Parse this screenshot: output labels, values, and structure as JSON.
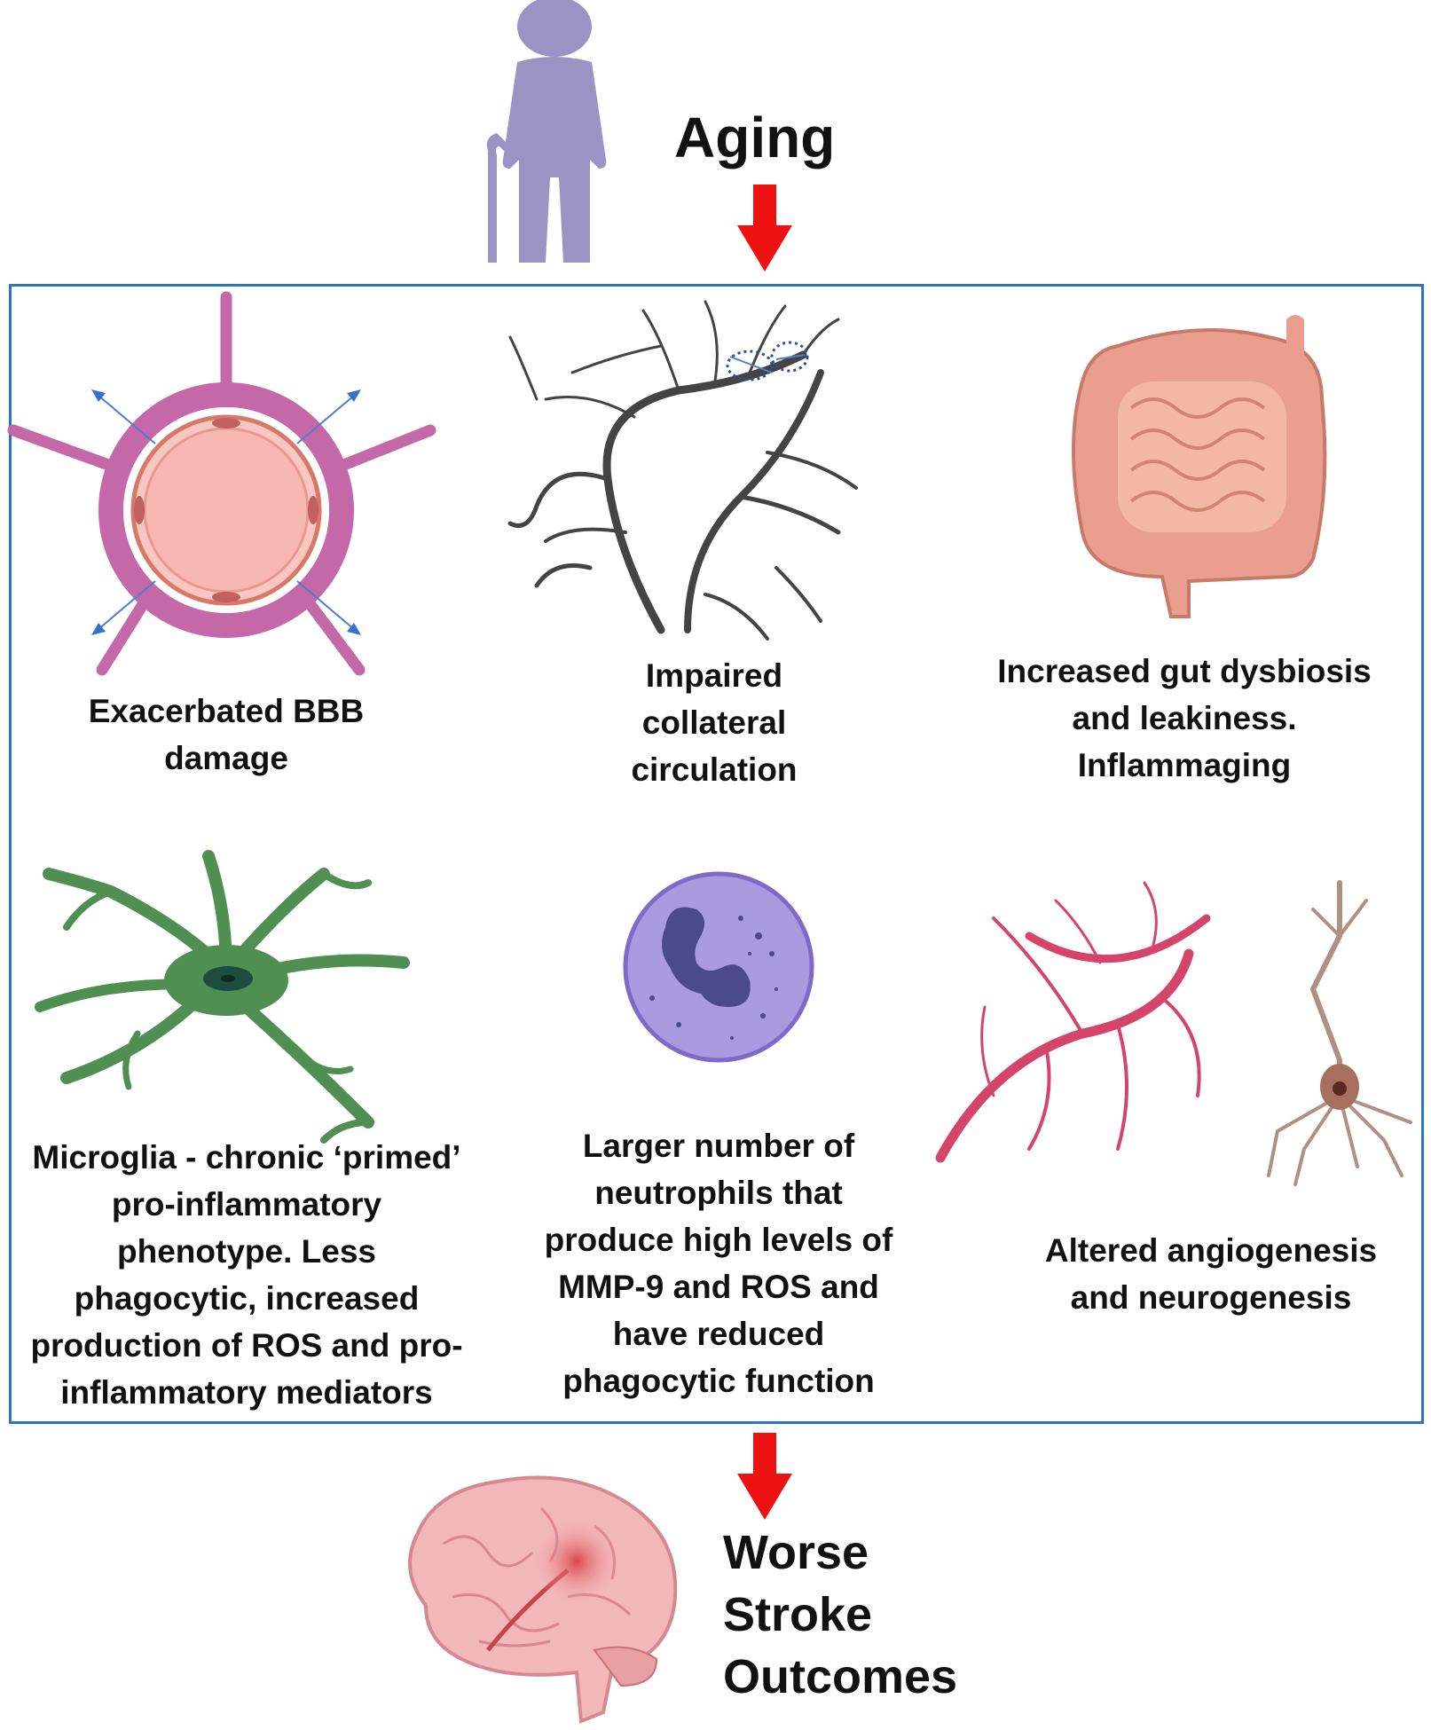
{
  "header": {
    "title": "Aging"
  },
  "factors": [
    {
      "id": "bbb",
      "label": "Exacerbated BBB\ndamage",
      "icon": "blood-brain-barrier-icon"
    },
    {
      "id": "collateral",
      "label": "Impaired\ncollateral\ncirculation",
      "icon": "cerebral-vessels-icon"
    },
    {
      "id": "gut",
      "label": "Increased gut dysbiosis\nand leakiness.\nInflammaging",
      "icon": "intestine-icon"
    },
    {
      "id": "microglia",
      "label": "Microglia - chronic ‘primed’\npro-inflammatory\nphenotype. Less\nphagocytic, increased\nproduction of ROS and pro-\ninflammatory mediators",
      "icon": "microglia-cell-icon"
    },
    {
      "id": "neutrophil",
      "label": "Larger number of\nneutrophils that\nproduce high levels of\nMMP-9 and ROS and\nhave reduced\nphagocytic function",
      "icon": "neutrophil-cell-icon"
    },
    {
      "id": "angio",
      "label": "Altered angiogenesis\nand neurogenesis",
      "icon": "vessel-and-neuron-icon"
    }
  ],
  "outcome": {
    "label": "Worse\nStroke\nOutcomes",
    "icon": "brain-lesion-icon"
  },
  "colors": {
    "arrow": "#ee1111",
    "panel_border": "#2e75b6",
    "person": "#9b93c4",
    "bbb": "#c468a8",
    "microglia": "#4f8f52",
    "neutrophil": "#a99be0",
    "vessel": "#d4446b",
    "neuron": "#b09080",
    "gut": "#e7a092",
    "brain": "#f2b7b8"
  }
}
